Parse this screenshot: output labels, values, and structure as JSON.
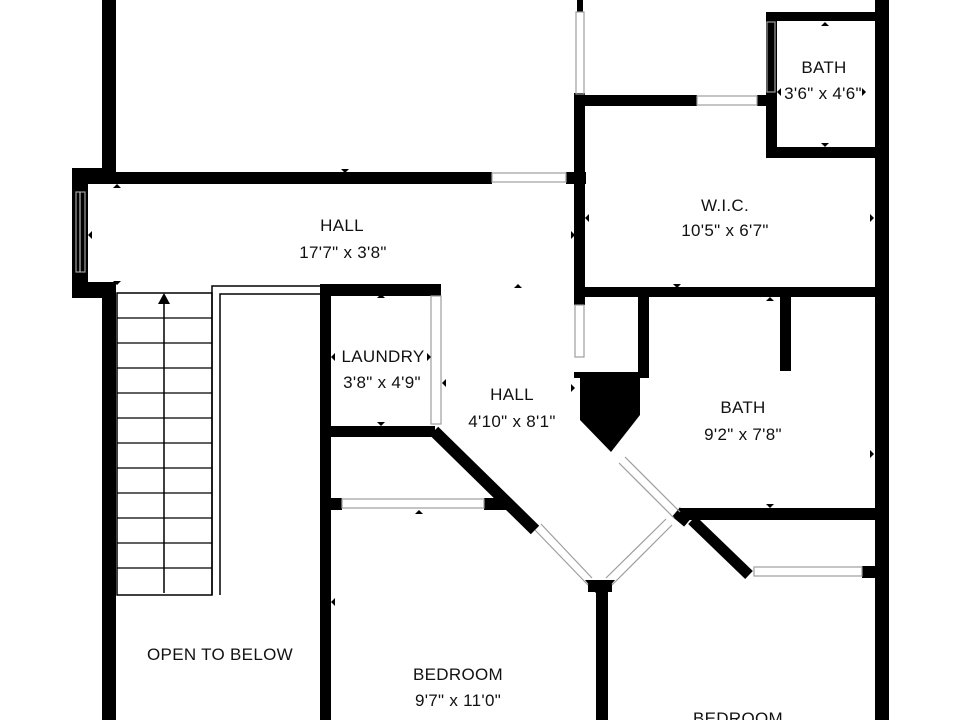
{
  "colors": {
    "wall": "#000000",
    "background": "#ffffff",
    "window": "#9e9e9e",
    "text": "#111111"
  },
  "rooms": [
    {
      "id": "bath-small",
      "name": "BATH",
      "dims": "3'6\" x 4'6\""
    },
    {
      "id": "wic",
      "name": "W.I.C.",
      "dims": "10'5\" x 6'7\""
    },
    {
      "id": "hall-upper",
      "name": "HALL",
      "dims": "17'7\" x 3'8\""
    },
    {
      "id": "laundry",
      "name": "LAUNDRY",
      "dims": "3'8\" x 4'9\""
    },
    {
      "id": "hall-center",
      "name": "HALL",
      "dims": "4'10\" x 8'1\""
    },
    {
      "id": "bath-large",
      "name": "BATH",
      "dims": "9'2\" x 7'8\""
    },
    {
      "id": "open-to-below",
      "name": "OPEN TO BELOW",
      "dims": ""
    },
    {
      "id": "bedroom-left",
      "name": "BEDROOM",
      "dims": "9'7\" x 11'0\""
    },
    {
      "id": "bedroom-right",
      "name": "BEDROOM",
      "dims": ""
    }
  ]
}
